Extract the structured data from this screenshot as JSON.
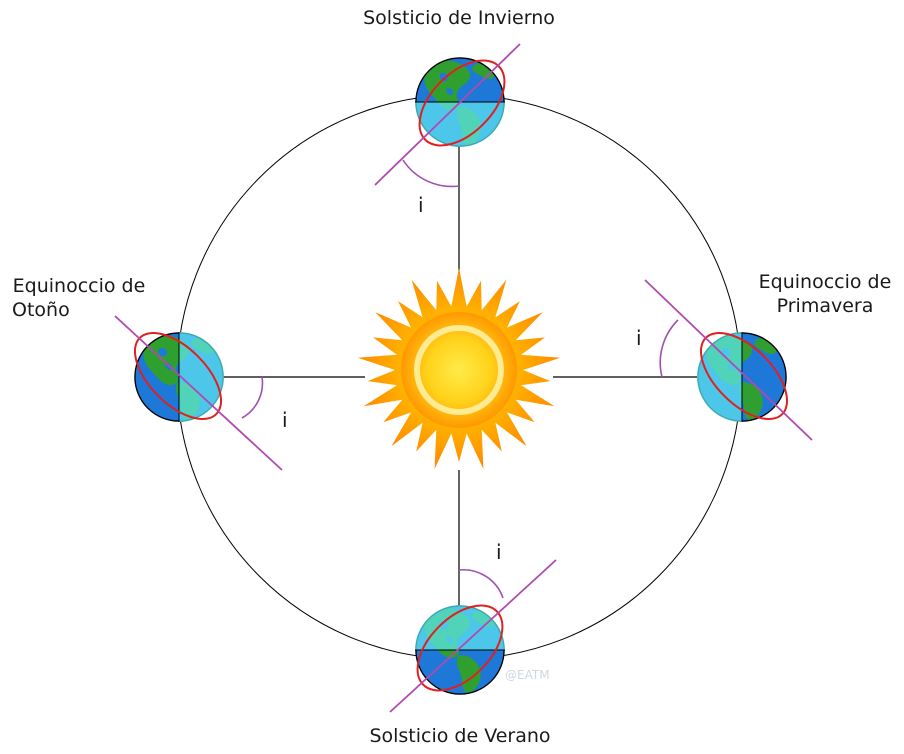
{
  "labels": {
    "winter": "Solsticio de Invierno",
    "summer": "Solsticio de Verano",
    "autumn_line1": "Equinoccio de",
    "autumn_line2": "Otoño",
    "spring_line1": "Equinoccio de",
    "spring_line2": "Primavera",
    "angle": "i"
  },
  "watermark": "@EATM",
  "colors": {
    "orbit": "#000000",
    "axis": "#b04ab0",
    "angle_arc": "#a050b0",
    "orbit_ring": "#e02020",
    "ocean_dark": "#1e78d8",
    "ocean_light": "#5ee6f0",
    "land": "#2fa02f",
    "sun_rays": "#ff9a00",
    "sun_core": "#ffe34a"
  }
}
